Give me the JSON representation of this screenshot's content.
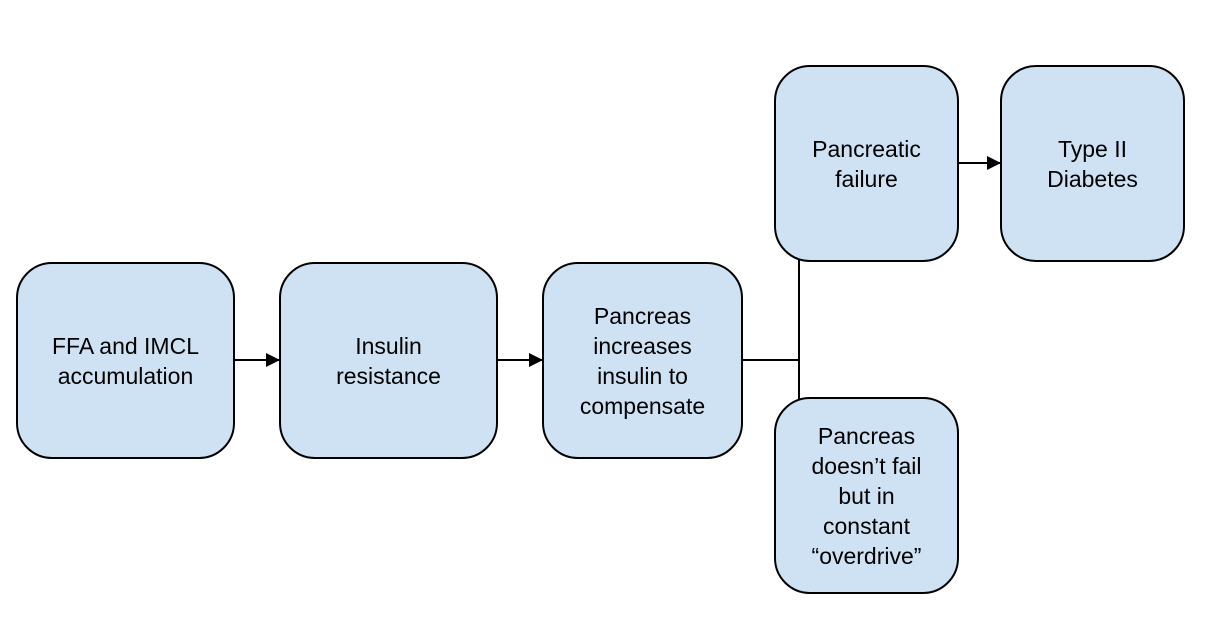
{
  "diagram": {
    "nodes": {
      "ffa": "FFA and IMCL\naccumulation",
      "resistance": "Insulin\nresistance",
      "compensate": "Pancreas\nincreases\ninsulin to\ncompensate",
      "failure": "Pancreatic\nfailure",
      "diabetes": "Type II\nDiabetes",
      "overdrive": "Pancreas\ndoesn’t fail\nbut in\nconstant\n“overdrive”"
    },
    "edges": [
      {
        "from": "ffa",
        "to": "resistance",
        "arrow": true
      },
      {
        "from": "resistance",
        "to": "compensate",
        "arrow": true
      },
      {
        "from": "compensate",
        "to": "failure",
        "arrow": false
      },
      {
        "from": "compensate",
        "to": "overdrive",
        "arrow": false
      },
      {
        "from": "failure",
        "to": "diabetes",
        "arrow": true
      }
    ],
    "colors": {
      "box_fill": "#cfe2f3",
      "stroke": "#000000"
    }
  }
}
